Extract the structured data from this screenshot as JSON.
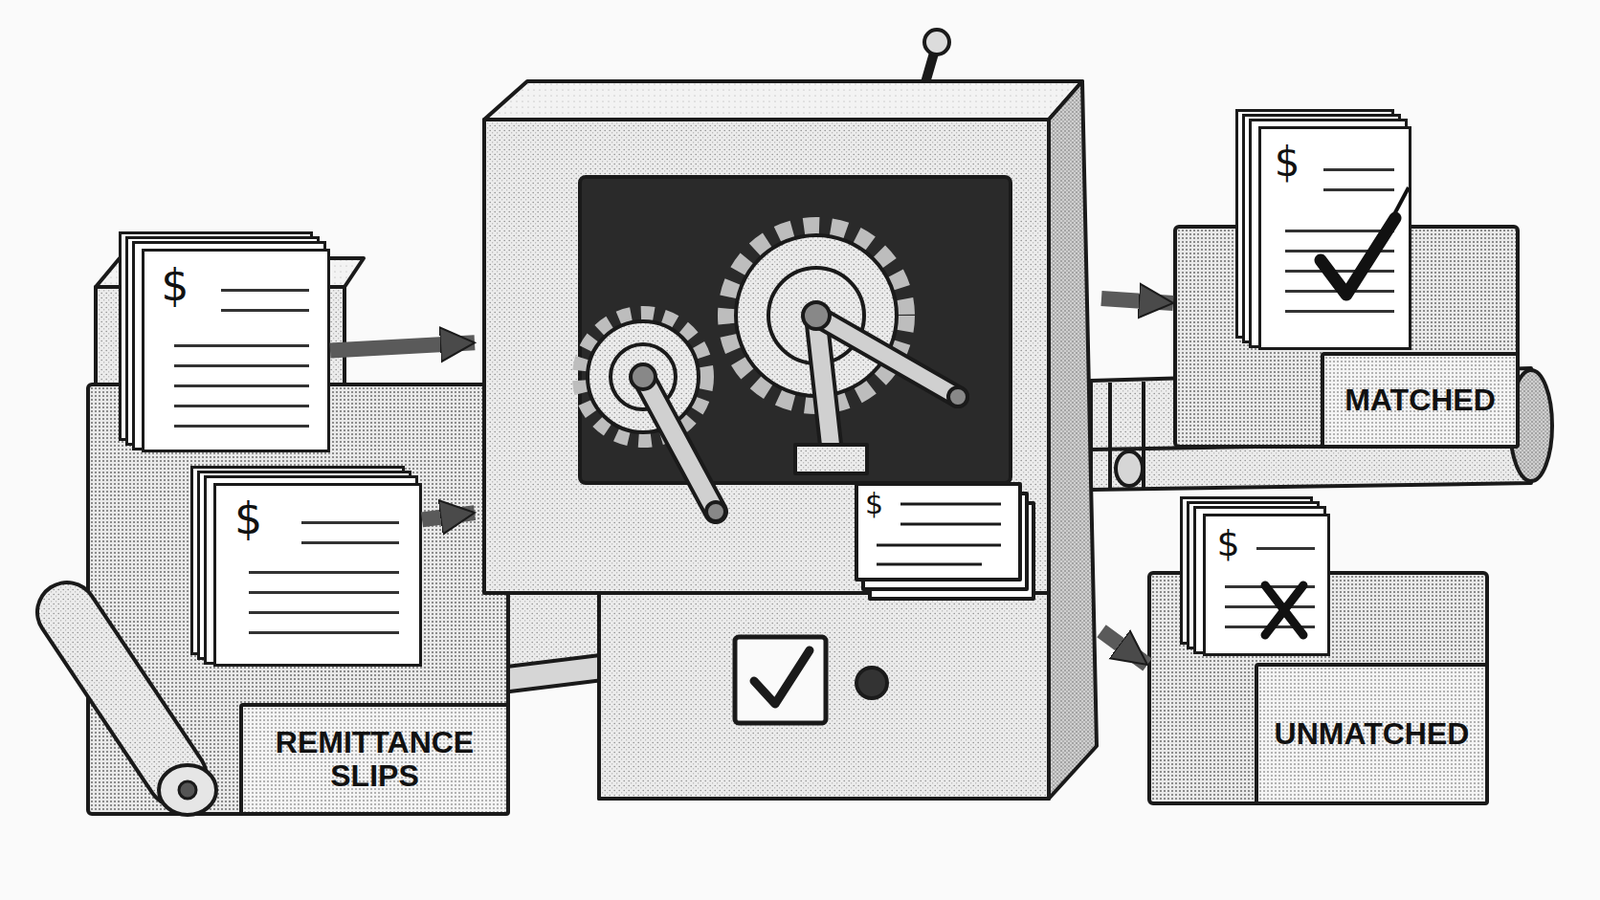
{
  "diagram": {
    "nodes": [
      {
        "text": [
          "REMITTANCE SLIPS"
        ]
      },
      {
        "text": [
          "$"
        ],
        "in": 0
      },
      {
        "text": [
          "$"
        ],
        "in": 0
      },
      {
        "text": [
          "$"
        ]
      },
      {
        "text": [
          "MATCHED"
        ]
      },
      {
        "text": [
          "$"
        ],
        "in": 4
      },
      {
        "text": [
          "UNMATCHED"
        ]
      },
      {
        "text": [
          "$"
        ],
        "in": 6
      }
    ],
    "edges": [
      {
        "from": 1,
        "to": 3,
        "arrow": "to"
      },
      {
        "from": 2,
        "to": 3,
        "arrow": "to"
      },
      {
        "from": 3,
        "to": 4,
        "arrow": "to"
      },
      {
        "from": 3,
        "to": 6,
        "arrow": "to"
      }
    ]
  }
}
